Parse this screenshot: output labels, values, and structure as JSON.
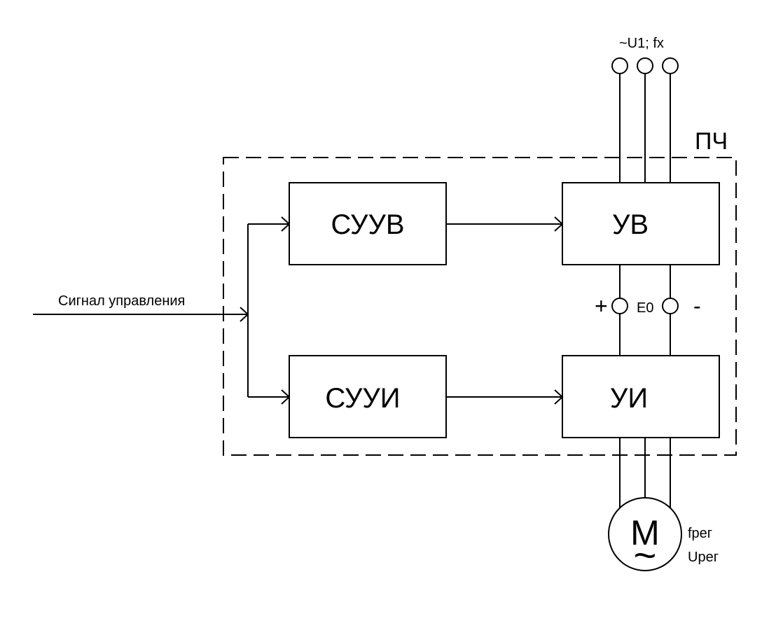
{
  "frame": {
    "label": "ПЧ"
  },
  "blocks": {
    "suuv": "СУУВ",
    "suui": "СУУИ",
    "uv": "УВ",
    "ui": "УИ"
  },
  "input_signal": {
    "label": "Сигнал управления"
  },
  "supply": {
    "label": "~U1; fx"
  },
  "dc_link": {
    "plus": "+",
    "label": "E0",
    "minus": "-"
  },
  "motor": {
    "letter": "M",
    "symbol": "~",
    "freq_label": "fрег",
    "volt_label": "Uрег"
  }
}
